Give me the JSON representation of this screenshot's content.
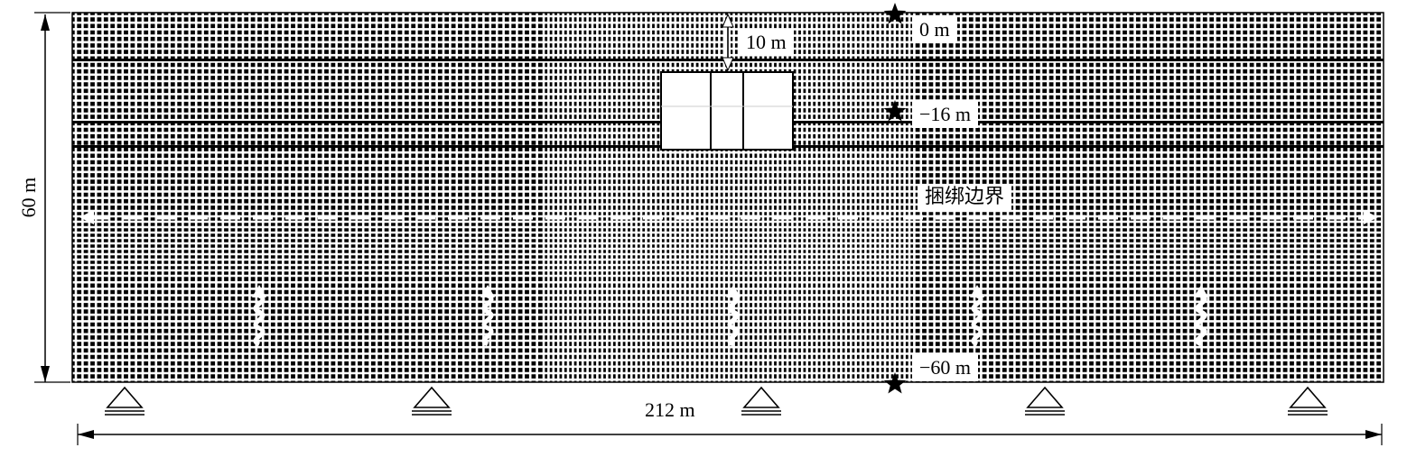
{
  "colors": {
    "mesh_background": "#000000",
    "mesh_lines": "#ffffff",
    "structure_fill": "#ffffff",
    "annotation": "#000000"
  },
  "labels": {
    "depth_top": "0 m",
    "depth_station_bottom": "−16 m",
    "depth_model_bottom": "−60 m",
    "cover_thickness": "10 m",
    "boundary": "捆绑边界",
    "model_height": "60 m",
    "model_width": "212 m"
  },
  "markers": {
    "depth_marker_icon": "star-icon",
    "support_icon": "triangle-support-icon",
    "wave_icon": "seismic-wave-icon",
    "support_count": 5,
    "wave_count": 5
  }
}
